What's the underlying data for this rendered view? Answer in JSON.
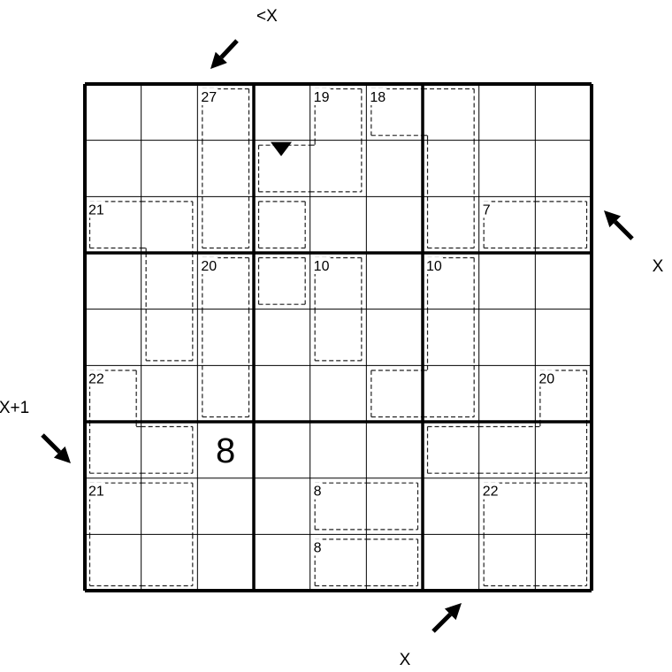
{
  "puzzle": {
    "type": "killer sudoku with little killer arrows",
    "size": 9,
    "givens": [
      {
        "row": 7,
        "col": 3,
        "value": "8"
      }
    ],
    "cages": [
      {
        "sum": "27",
        "cells": [
          [
            1,
            3
          ],
          [
            2,
            3
          ],
          [
            3,
            3
          ]
        ]
      },
      {
        "sum": "19",
        "cells": [
          [
            1,
            5
          ],
          [
            2,
            4
          ],
          [
            2,
            5
          ]
        ]
      },
      {
        "sum": "18",
        "cells": [
          [
            1,
            6
          ],
          [
            1,
            7
          ],
          [
            2,
            7
          ],
          [
            3,
            7
          ]
        ]
      },
      {
        "sum": "21",
        "cells": [
          [
            3,
            1
          ],
          [
            3,
            2
          ],
          [
            4,
            2
          ],
          [
            5,
            2
          ]
        ]
      },
      {
        "sum": "",
        "cells": [
          [
            3,
            4
          ]
        ]
      },
      {
        "sum": "7",
        "cells": [
          [
            3,
            8
          ],
          [
            3,
            9
          ]
        ]
      },
      {
        "sum": "20",
        "cells": [
          [
            4,
            3
          ],
          [
            5,
            3
          ],
          [
            6,
            3
          ]
        ]
      },
      {
        "sum": "",
        "cells": [
          [
            4,
            4
          ]
        ]
      },
      {
        "sum": "10",
        "cells": [
          [
            4,
            5
          ],
          [
            5,
            5
          ]
        ]
      },
      {
        "sum": "10",
        "cells": [
          [
            4,
            7
          ],
          [
            5,
            7
          ],
          [
            6,
            6
          ],
          [
            6,
            7
          ]
        ]
      },
      {
        "sum": "22",
        "cells": [
          [
            6,
            1
          ],
          [
            7,
            1
          ],
          [
            7,
            2
          ]
        ]
      },
      {
        "sum": "20",
        "cells": [
          [
            6,
            9
          ],
          [
            7,
            7
          ],
          [
            7,
            8
          ],
          [
            7,
            9
          ]
        ]
      },
      {
        "sum": "21",
        "cells": [
          [
            8,
            1
          ],
          [
            8,
            2
          ],
          [
            9,
            1
          ],
          [
            9,
            2
          ]
        ]
      },
      {
        "sum": "8",
        "cells": [
          [
            8,
            5
          ],
          [
            8,
            6
          ]
        ]
      },
      {
        "sum": "22",
        "cells": [
          [
            8,
            8
          ],
          [
            8,
            9
          ],
          [
            9,
            8
          ],
          [
            9,
            9
          ]
        ]
      },
      {
        "sum": "8",
        "cells": [
          [
            9,
            5
          ],
          [
            9,
            6
          ]
        ]
      }
    ],
    "marker": {
      "row": 2,
      "col": 4,
      "shape": "down-triangle"
    },
    "arrows": [
      {
        "label": "<X",
        "direction": "down-left"
      },
      {
        "label": "X",
        "direction": "up-left"
      },
      {
        "label": "X+1",
        "direction": "down-right"
      },
      {
        "label": "X",
        "direction": "up-right"
      }
    ]
  }
}
